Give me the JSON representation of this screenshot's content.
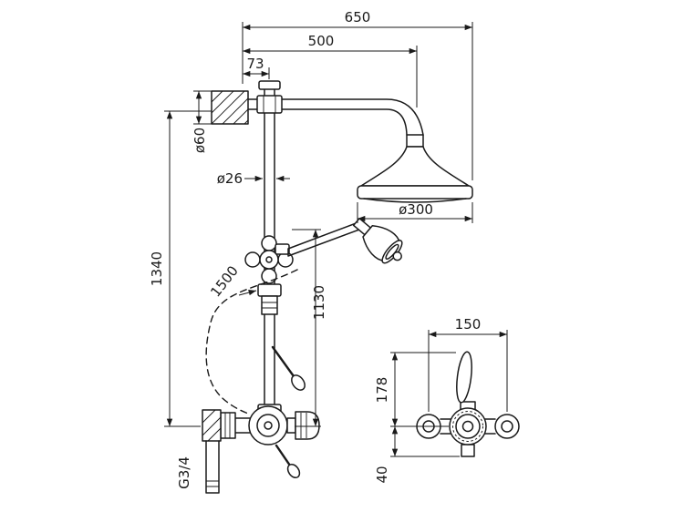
{
  "colors": {
    "ink": "#1a1a1a",
    "background": "#ffffff"
  },
  "main_view": {
    "dims": {
      "overall_width": "650",
      "head_reach": "500",
      "wall_offset": "73",
      "flange_diameter": "ø60",
      "riser_diameter": "ø26",
      "head_diameter": "ø300",
      "total_height": "1340",
      "hose_length": "1500",
      "riser_height": "1130",
      "inlet_thread": "G3/4"
    }
  },
  "front_view": {
    "dims": {
      "inlet_spacing": "150",
      "handle_height": "178",
      "outlet_offset": "40"
    }
  }
}
